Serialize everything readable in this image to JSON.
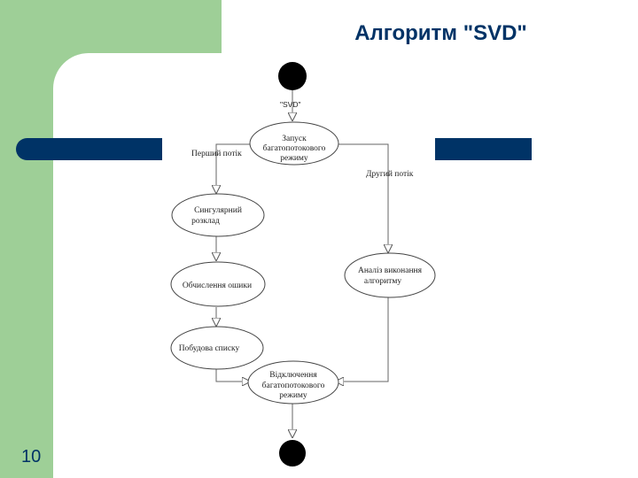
{
  "slide": {
    "title": "Алгоритм \"SVD\"",
    "number": "10"
  },
  "diagram": {
    "start_label": "\"SVD\"",
    "nodes": {
      "launch": [
        "Запуск",
        "багатопотокового",
        "режиму"
      ],
      "decomposition": [
        "Сингулярний",
        "розклад"
      ],
      "error_calc": [
        "Обчислення ошики"
      ],
      "list_build": [
        "Побудова списку"
      ],
      "analysis": [
        "Аналіз виконання",
        "алгоритму"
      ],
      "shutdown": [
        "Відключення",
        "багатопотокового",
        "режиму"
      ]
    },
    "edges": {
      "first_thread": "Перший потік",
      "second_thread": "Другий потік"
    }
  },
  "colors": {
    "green": "#9ecf97",
    "navy": "#003366",
    "title": "#003366"
  }
}
